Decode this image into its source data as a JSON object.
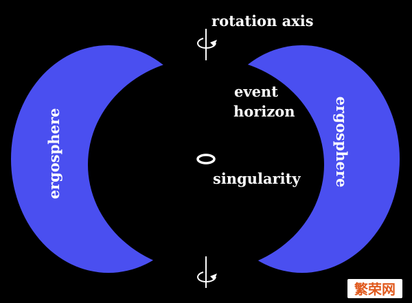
{
  "labels": {
    "rotation_axis": "rotation axis",
    "event_horizon_line1": "event",
    "event_horizon_line2": "horizon",
    "singularity": "singularity",
    "ergosphere_left": "ergosphere",
    "ergosphere_right": "ergosphere"
  },
  "watermark": {
    "text": "繁荣网"
  },
  "icons": {
    "axis_top": "rotation-arrow-icon",
    "axis_bottom": "rotation-arrow-icon",
    "singularity": "ring-icon"
  },
  "colors": {
    "background": "#000000",
    "ergosphere": "#4a4ff0",
    "event_horizon": "#000000",
    "text": "#ffffff",
    "watermark": "#e05a1e"
  }
}
